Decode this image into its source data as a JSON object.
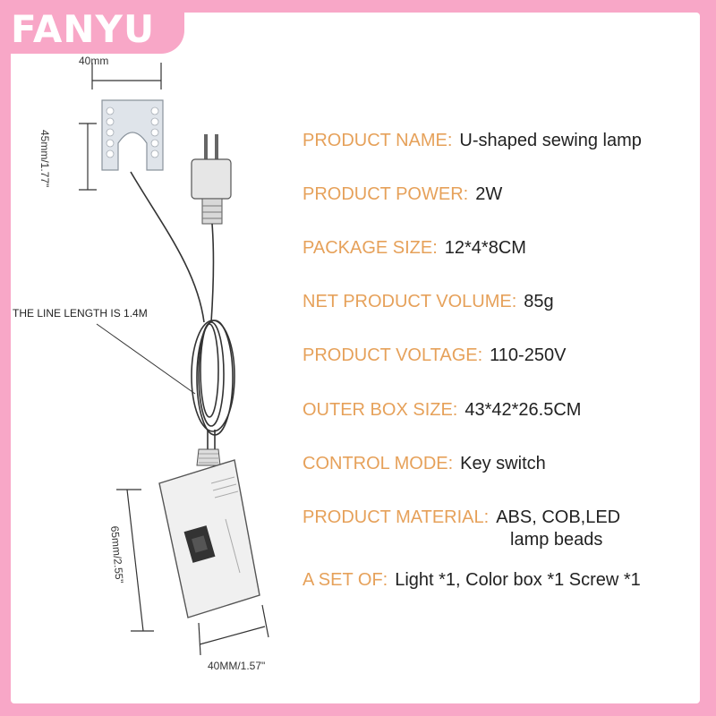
{
  "brand": {
    "name": "FANYU",
    "color": "#f8a7c7"
  },
  "colors": {
    "label": "#e6a15a",
    "value": "#222222"
  },
  "diagram": {
    "lamp_width": "40mm",
    "lamp_height": "45mm/1.77\"",
    "line_length": "THE LINE LENGTH IS 1.4M",
    "box_height": "65mm/2.55\"",
    "box_width": "40MM/1.57\""
  },
  "specs": [
    {
      "label": "PRODUCT NAME:",
      "value": "U-shaped sewing lamp"
    },
    {
      "label": "PRODUCT POWER:",
      "value": "2W"
    },
    {
      "label": "PACKAGE SIZE:",
      "value": "12*4*8CM"
    },
    {
      "label": "NET PRODUCT VOLUME:",
      "value": "85g"
    },
    {
      "label": "PRODUCT VOLTAGE:",
      "value": "110-250V"
    },
    {
      "label": "OUTER BOX SIZE:",
      "value": "43*42*26.5CM"
    },
    {
      "label": "CONTROL MODE:",
      "value": "Key switch"
    },
    {
      "label": "PRODUCT MATERIAL:",
      "value": "ABS, COB,LED",
      "value_line2": "lamp beads"
    },
    {
      "label": "A SET OF:",
      "value": "Light *1, Color box *1 Screw *1"
    }
  ]
}
